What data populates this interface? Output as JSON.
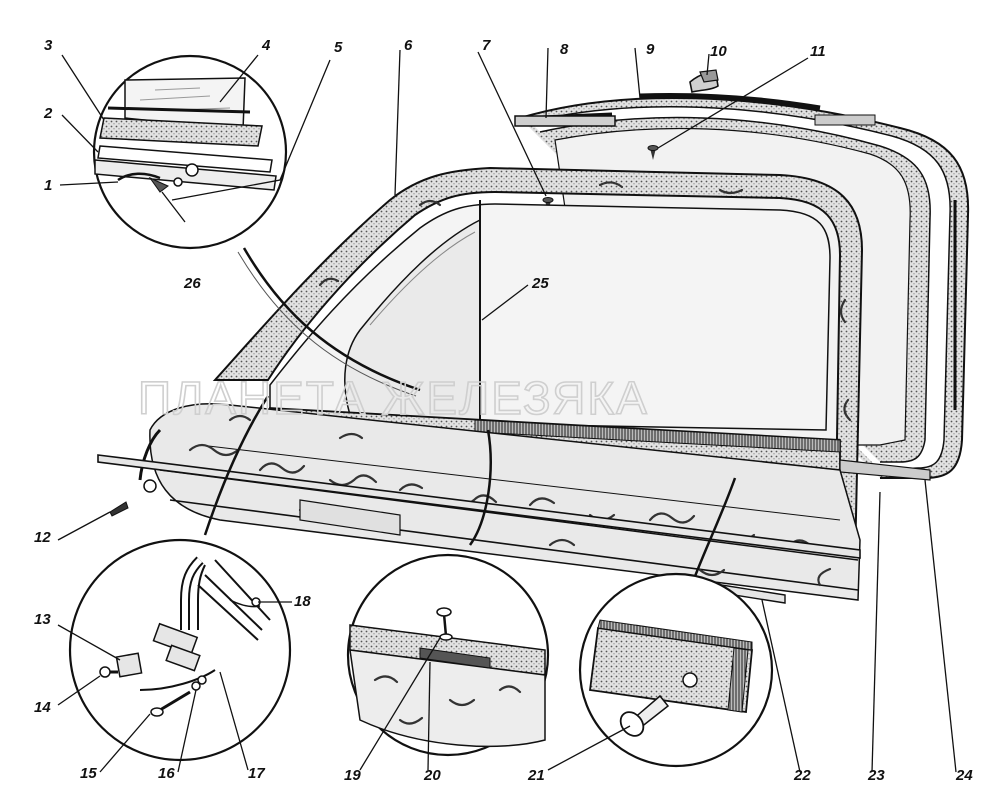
{
  "diagram": {
    "watermark": "ПЛАНЕТА ЖЕЛЕЗЯКА",
    "callouts": [
      "1",
      "2",
      "3",
      "4",
      "5",
      "6",
      "7",
      "8",
      "9",
      "10",
      "11",
      "12",
      "13",
      "14",
      "15",
      "16",
      "17",
      "18",
      "19",
      "20",
      "21",
      "22",
      "23",
      "24",
      "25",
      "26"
    ]
  }
}
